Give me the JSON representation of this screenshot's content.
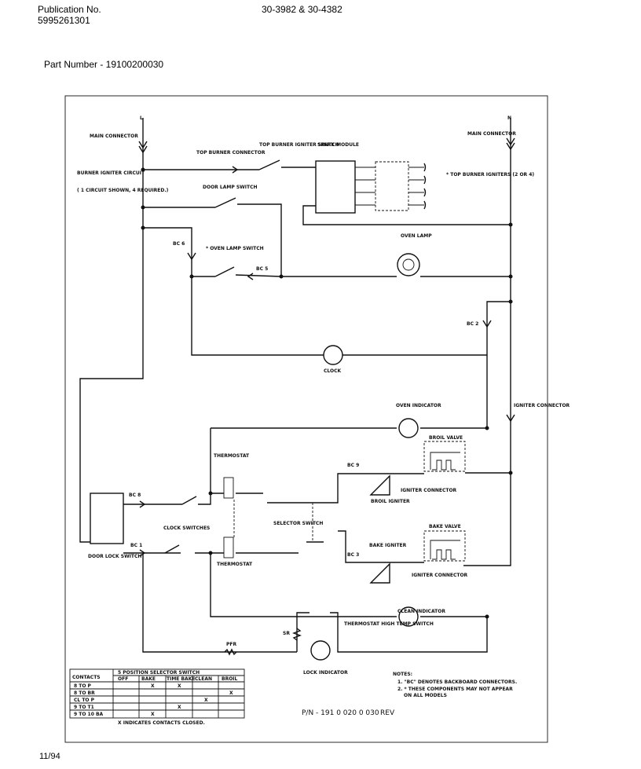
{
  "header": {
    "publication_label": "Publication No.",
    "publication_number": "5995261301",
    "model_numbers": "30-3982 & 30-4382",
    "part_number": "Part Number - 19100200030"
  },
  "footer": {
    "date": "11/94"
  },
  "labels": {
    "l_main_conn_left": "MAIN CONNECTOR",
    "l_main_conn_right": "MAIN CONNECTOR",
    "l_l": "L",
    "l_n": "N",
    "l_top_burner_conn": "TOP BURNER CONNECTOR",
    "l_top_burner_igniter_switch": "TOP BURNER IGNITER SWITCH",
    "l_spark_module": "SPARK MODULE",
    "l_top_burner_igniters": "* TOP BURNER IGNITERS (2 OR 4)",
    "l_burner_igniter_circuit": "BURNER IGNITER CIRCUIT",
    "l_circuit_shown": "( 1 CIRCUIT SHOWN, 4 REQUIRED.)",
    "l_door_lamp_switch": "DOOR LAMP SWITCH",
    "l_oven_lamp_switch": "* OVEN LAMP SWITCH",
    "l_oven_lamp": "OVEN LAMP",
    "l_bc6": "BC 6",
    "l_bc5": "BC 5",
    "l_bc2": "BC 2",
    "l_clock": "CLOCK",
    "l_igniter_connector_right": "IGNITER CONNECTOR",
    "l_oven_indicator": "OVEN INDICATOR",
    "l_broil_valve": "BROIL VALVE",
    "l_bake_valve": "BAKE VALVE",
    "l_thermostat_top": "THERMOSTAT",
    "l_thermostat_bottom": "THERMOSTAT",
    "l_selector_switch": "SELECTOR SWITCH",
    "l_clock_switches": "CLOCK SWITCHES",
    "l_door_lock_switch": "DOOR LOCK SWITCH",
    "l_bc8": "BC 8",
    "l_bc1": "BC 1",
    "l_bc9": "BC 9",
    "l_bc3": "BC 3",
    "l_broil_igniter": "BROIL IGNITER",
    "l_bake_igniter": "BAKE IGNITER",
    "l_igniter_conn_broil": "IGNITER CONNECTOR",
    "l_igniter_conn_bake": "IGNITER CONNECTOR",
    "l_clean_indicator": "CLEAN INDICATOR",
    "l_thermostat_high_temp": "THERMOSTAT HIGH TEMP SWITCH",
    "l_lock_indicator": "LOCK INDICATOR",
    "l_pfr": "PFR",
    "l_sr": "SR",
    "l_pn": "P/N - 191 0 020 0 030",
    "l_rev": "REV",
    "l_notes": "NOTES:",
    "l_note1": "1. \"BC\" DENOTES BACKBOARD CONNECTORS.",
    "l_note2": "2. * THESE COMPONENTS MAY NOT APPEAR",
    "l_note2b": "ON ALL MODELS",
    "l_x_indicates": "X INDICATES CONTACTS CLOSED.",
    "l_t_contacts": "CONTACTS",
    "l_t_title": "5 POSITION SELECTOR SWITCH",
    "l_t_off": "OFF",
    "l_t_bake": "BAKE",
    "l_t_timebake": "TIME BAKE",
    "l_t_clean": "CLEAN",
    "l_t_broil": "BROIL",
    "l_t_r1": "8 TO P",
    "l_t_r2": "8 TO BR",
    "l_t_r3": "CL TO P",
    "l_t_r4": "9 TO T1",
    "l_t_r5": "9 TO 10 BA",
    "l_t_x": "X"
  }
}
